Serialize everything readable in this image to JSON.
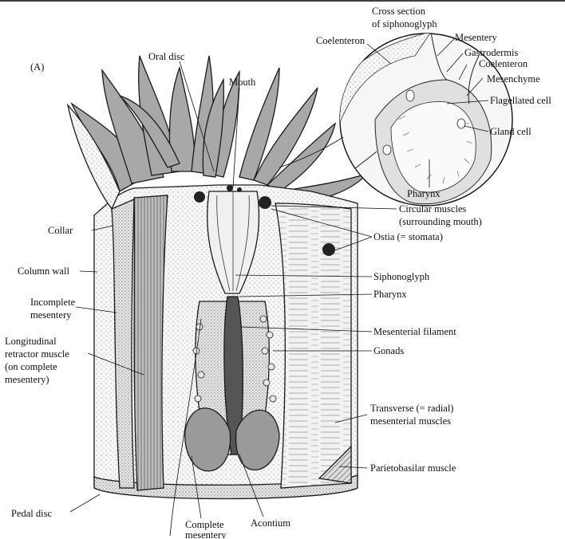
{
  "panel_label": "(A)",
  "inset_title": [
    "Cross section",
    "of siphonoglyph"
  ],
  "labels": {
    "oral_disc": "Oral disc",
    "mouth": "Mouth",
    "collar": "Collar",
    "column_wall": "Column wall",
    "incomplete_mesentery": [
      "Incomplete",
      "mesentery"
    ],
    "longitudinal_retractor": [
      "Longitudinal",
      "retractor muscle",
      "(on complete",
      "mesentery)"
    ],
    "pedal_disc": "Pedal disc",
    "complete_mesentery": [
      "Complete",
      "mesentery"
    ],
    "acontium": "Acontium",
    "coelenteron_left": "Coelenteron",
    "mesentery_inset": "Mesentery",
    "gastrodermis": "Gastrodermis",
    "coelenteron_right": "Coelenteron",
    "mesenchyme": "Mesenchyme",
    "flagellated_cell": "Flagellated cell",
    "gland_cell": "Gland cell",
    "pharynx_inset": "Pharynx",
    "circular_muscles": [
      "Circular muscles",
      "(surrounding mouth)"
    ],
    "ostia": "Ostia (= stomata)",
    "siphonoglyph": "Siphonoglyph",
    "pharynx": "Pharynx",
    "mesenterial_filament": "Mesenterial filament",
    "gonads": "Gonads",
    "transverse": [
      "Transverse (= radial)",
      "mesenterial muscles"
    ],
    "parietobasilar": "Parietobasilar muscle"
  },
  "colors": {
    "tentacle_fill": "#a8a8a8",
    "body_fill": "#f4f4f4",
    "ink": "#111111"
  }
}
